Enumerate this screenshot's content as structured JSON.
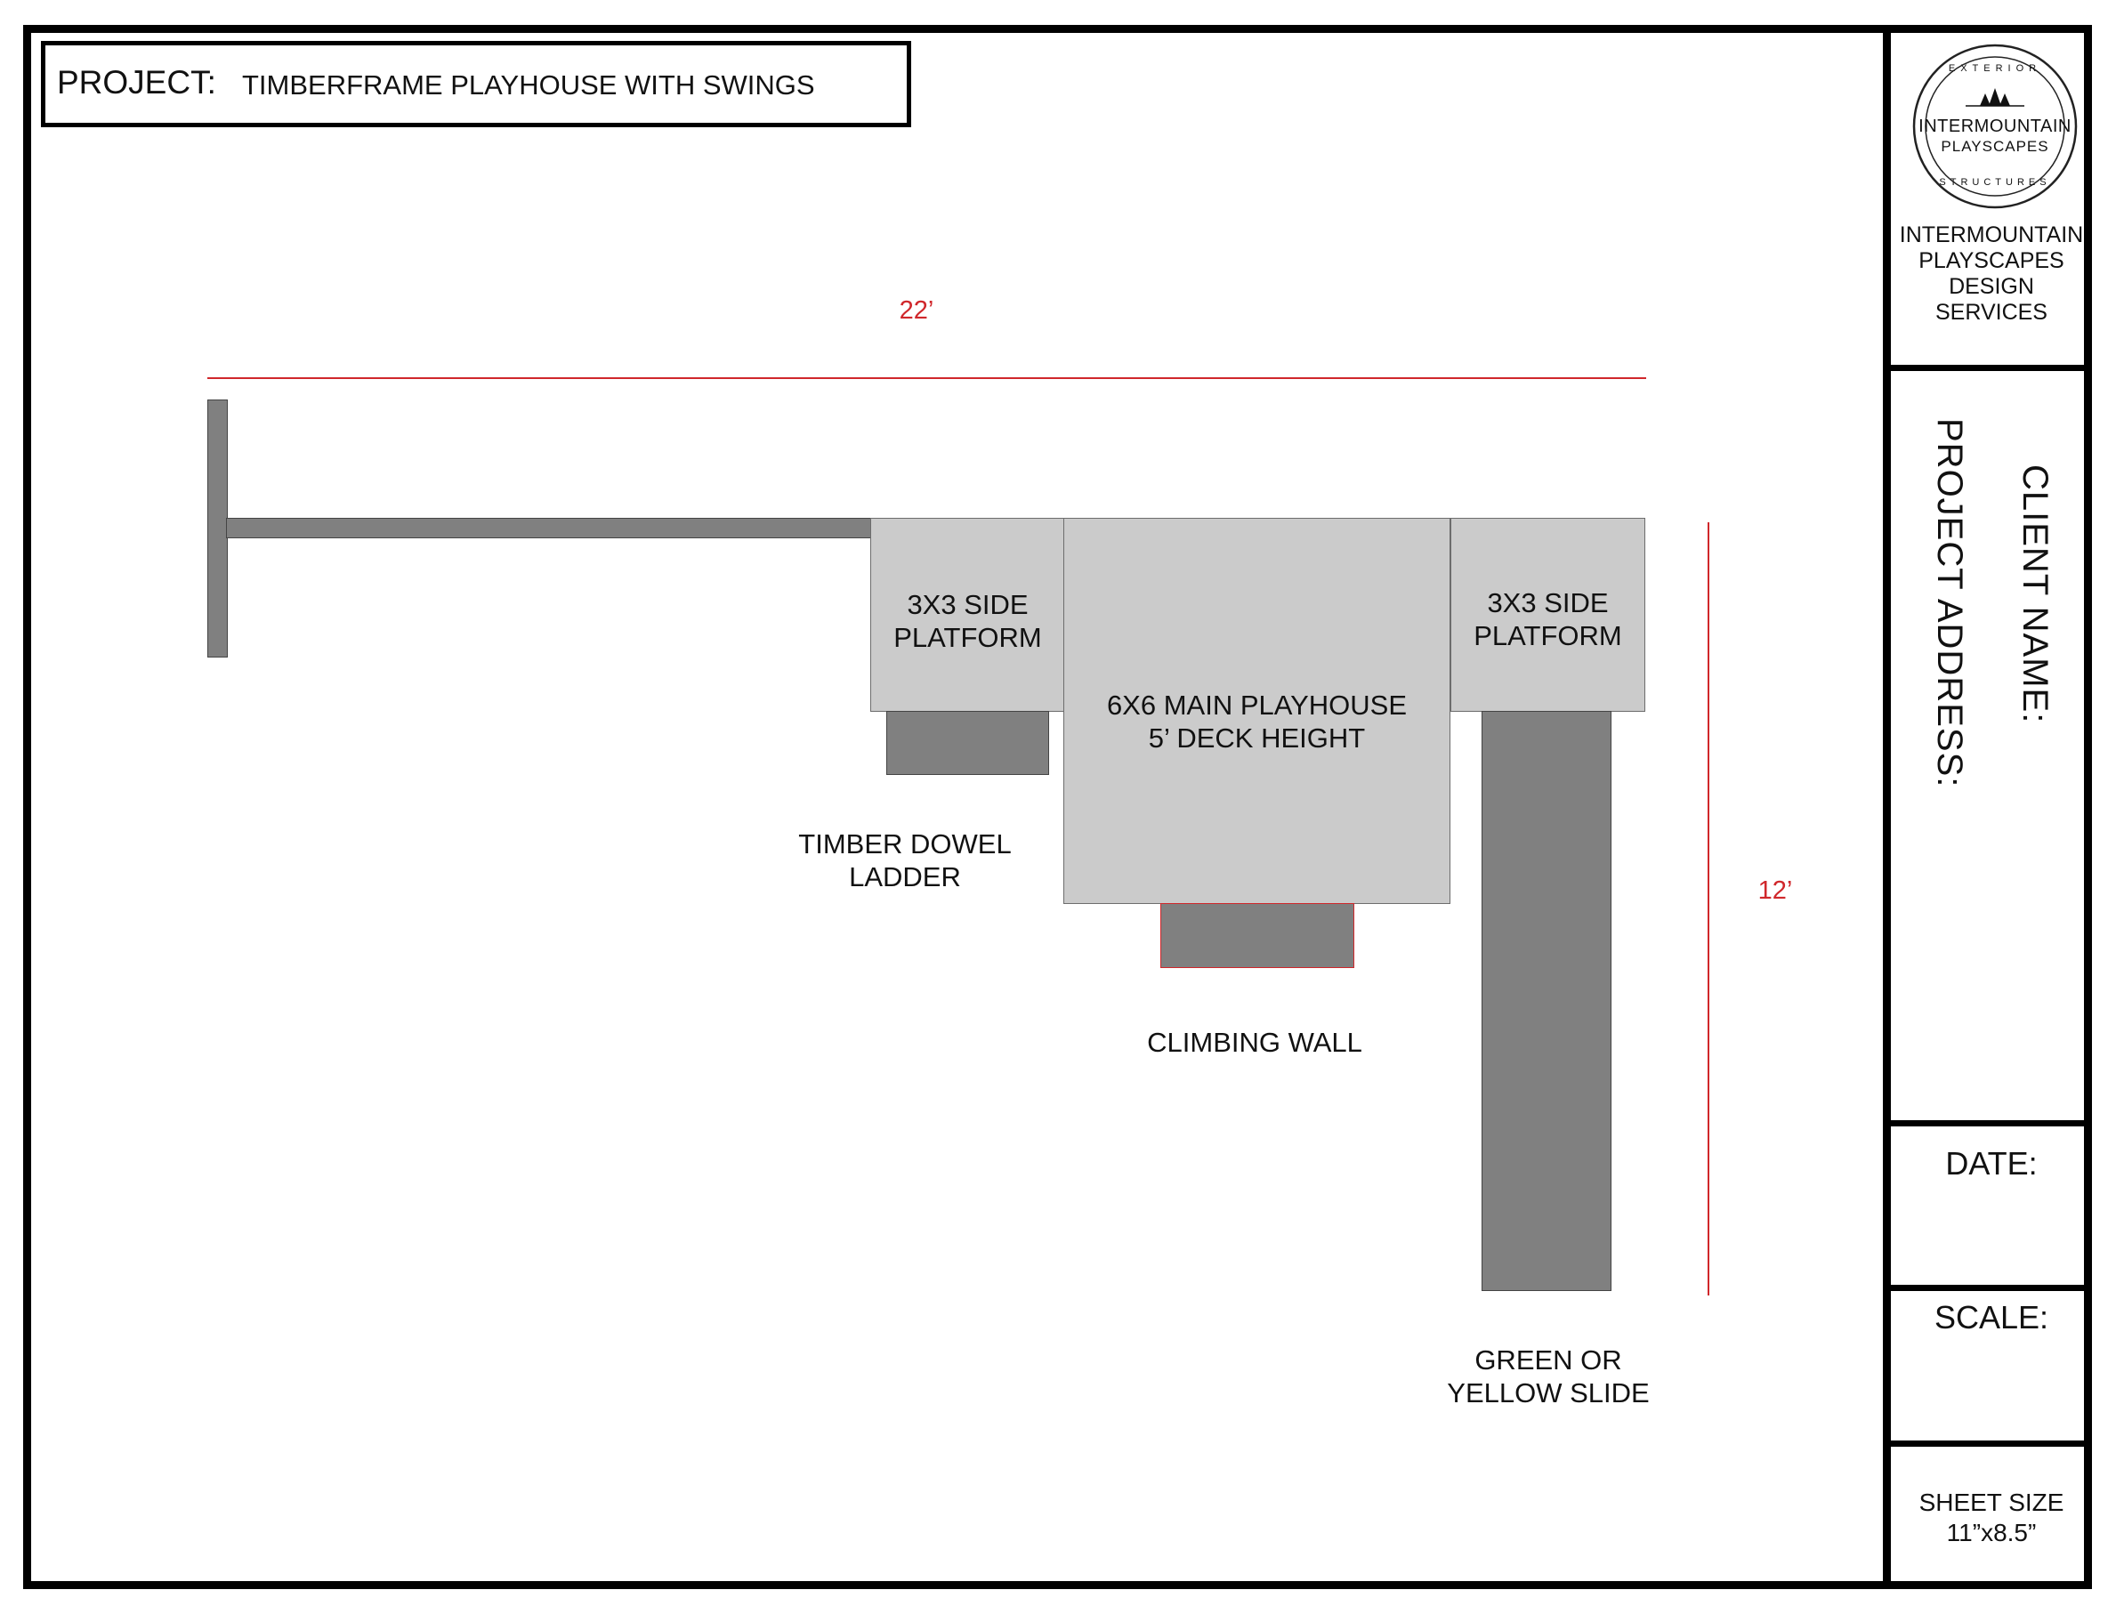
{
  "header": {
    "project_label": "PROJECT:",
    "project_name": "TIMBERFRAME PLAYHOUSE WITH SWINGS"
  },
  "dimensions": {
    "width": "22’",
    "depth": "12’"
  },
  "parts": {
    "side_platform_left": "3X3 SIDE\nPLATFORM",
    "side_platform_right": "3X3 SIDE\nPLATFORM",
    "main_playhouse": "6X6 MAIN PLAYHOUSE\n5’ DECK HEIGHT",
    "ladder": "TIMBER DOWEL\nLADDER",
    "climbing_wall": "CLIMBING WALL",
    "slide": "GREEN OR\nYELLOW SLIDE"
  },
  "title_block": {
    "logo": {
      "top_arc": "EXTERIOR",
      "line1": "INTERMOUNTAIN",
      "line2": "PLAYSCAPES",
      "bottom_arc": "STRUCTURES"
    },
    "company": "INTERMOUNTAIN\nPLAYSCAPES\nDESIGN\nSERVICES",
    "client_name_label": "CLIENT NAME:",
    "project_address_label": "PROJECT ADDRESS:",
    "date_label": "DATE:",
    "scale_label": "SCALE:",
    "sheet_size": "SHEET SIZE\n11”x8.5”"
  },
  "colors": {
    "dimension": "#d0272b",
    "component_light": "#cbcbcb",
    "component_dark": "#808080",
    "border": "#000000"
  }
}
